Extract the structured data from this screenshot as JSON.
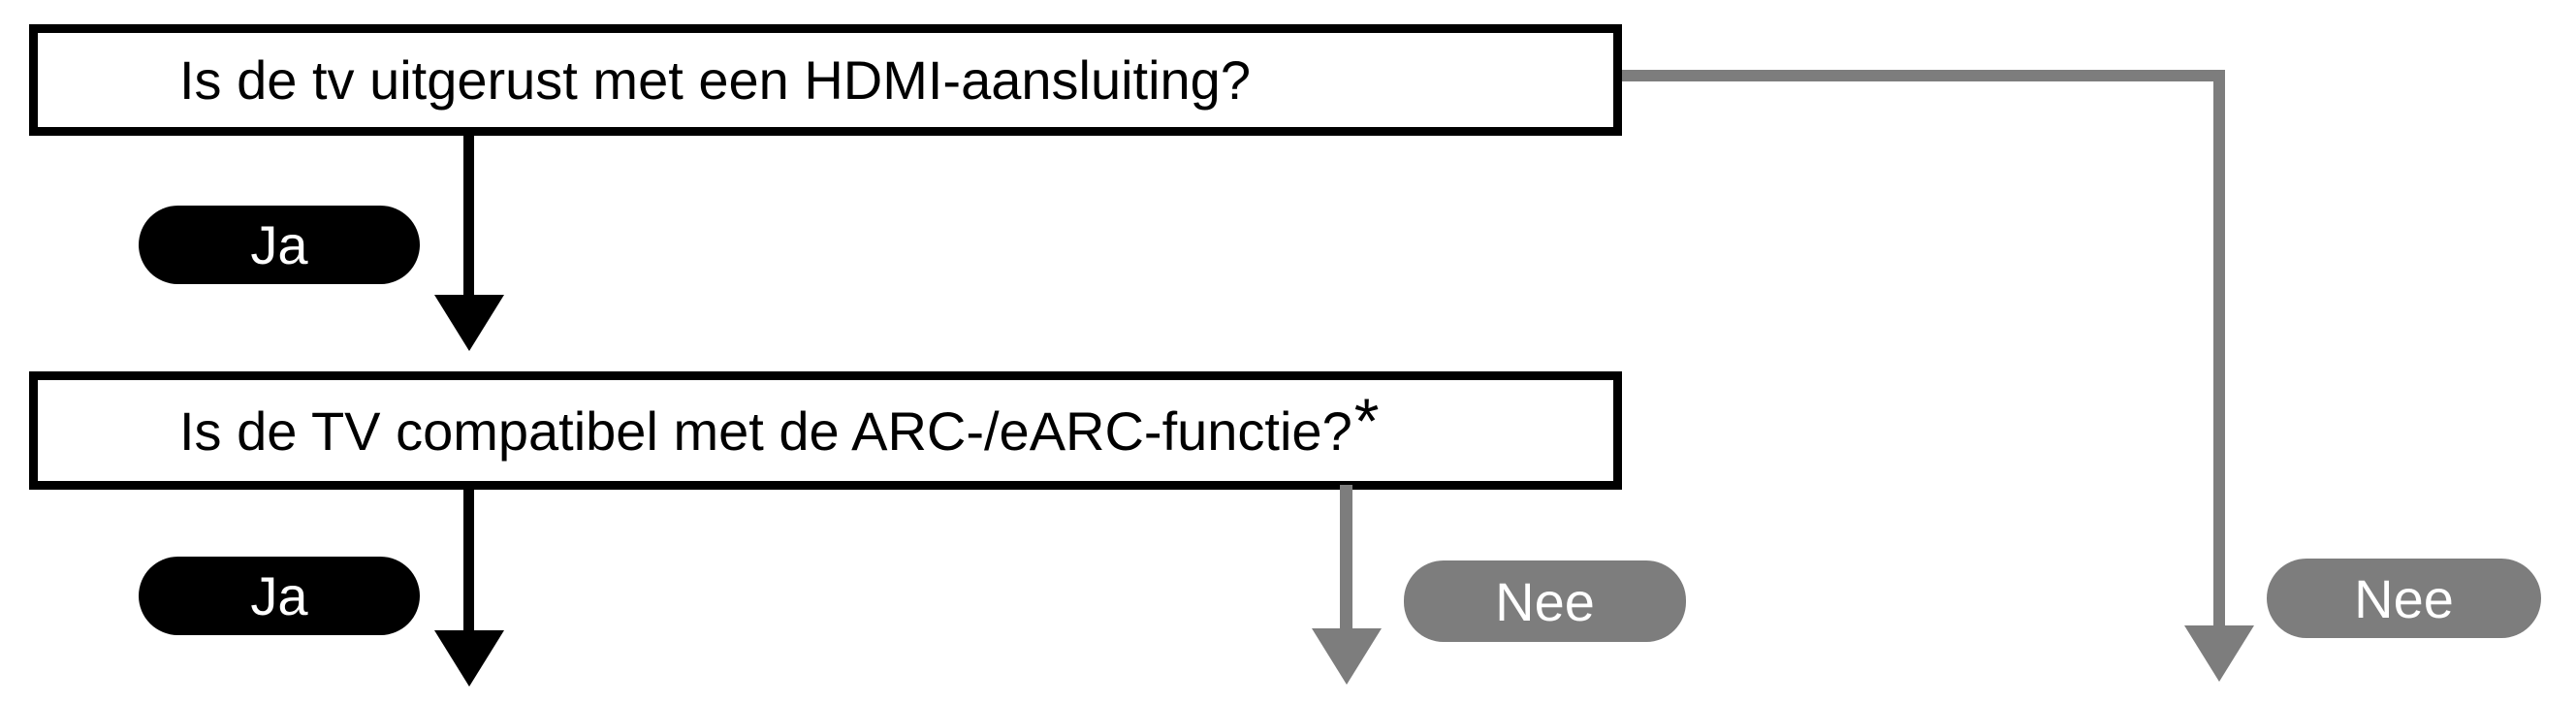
{
  "colors": {
    "black": "#000000",
    "gray": "#7d7d7d",
    "background": "#ffffff"
  },
  "flowchart": {
    "question1": {
      "text": "Is de tv uitgerust met een HDMI-aansluiting?"
    },
    "question2": {
      "text": "Is de TV compatibel met de ARC-/eARC-functie?",
      "footnote_marker": "*"
    },
    "branch_labels": {
      "yes1": "Ja",
      "yes2": "Ja",
      "no1": "Nee",
      "no2": "Nee"
    }
  }
}
